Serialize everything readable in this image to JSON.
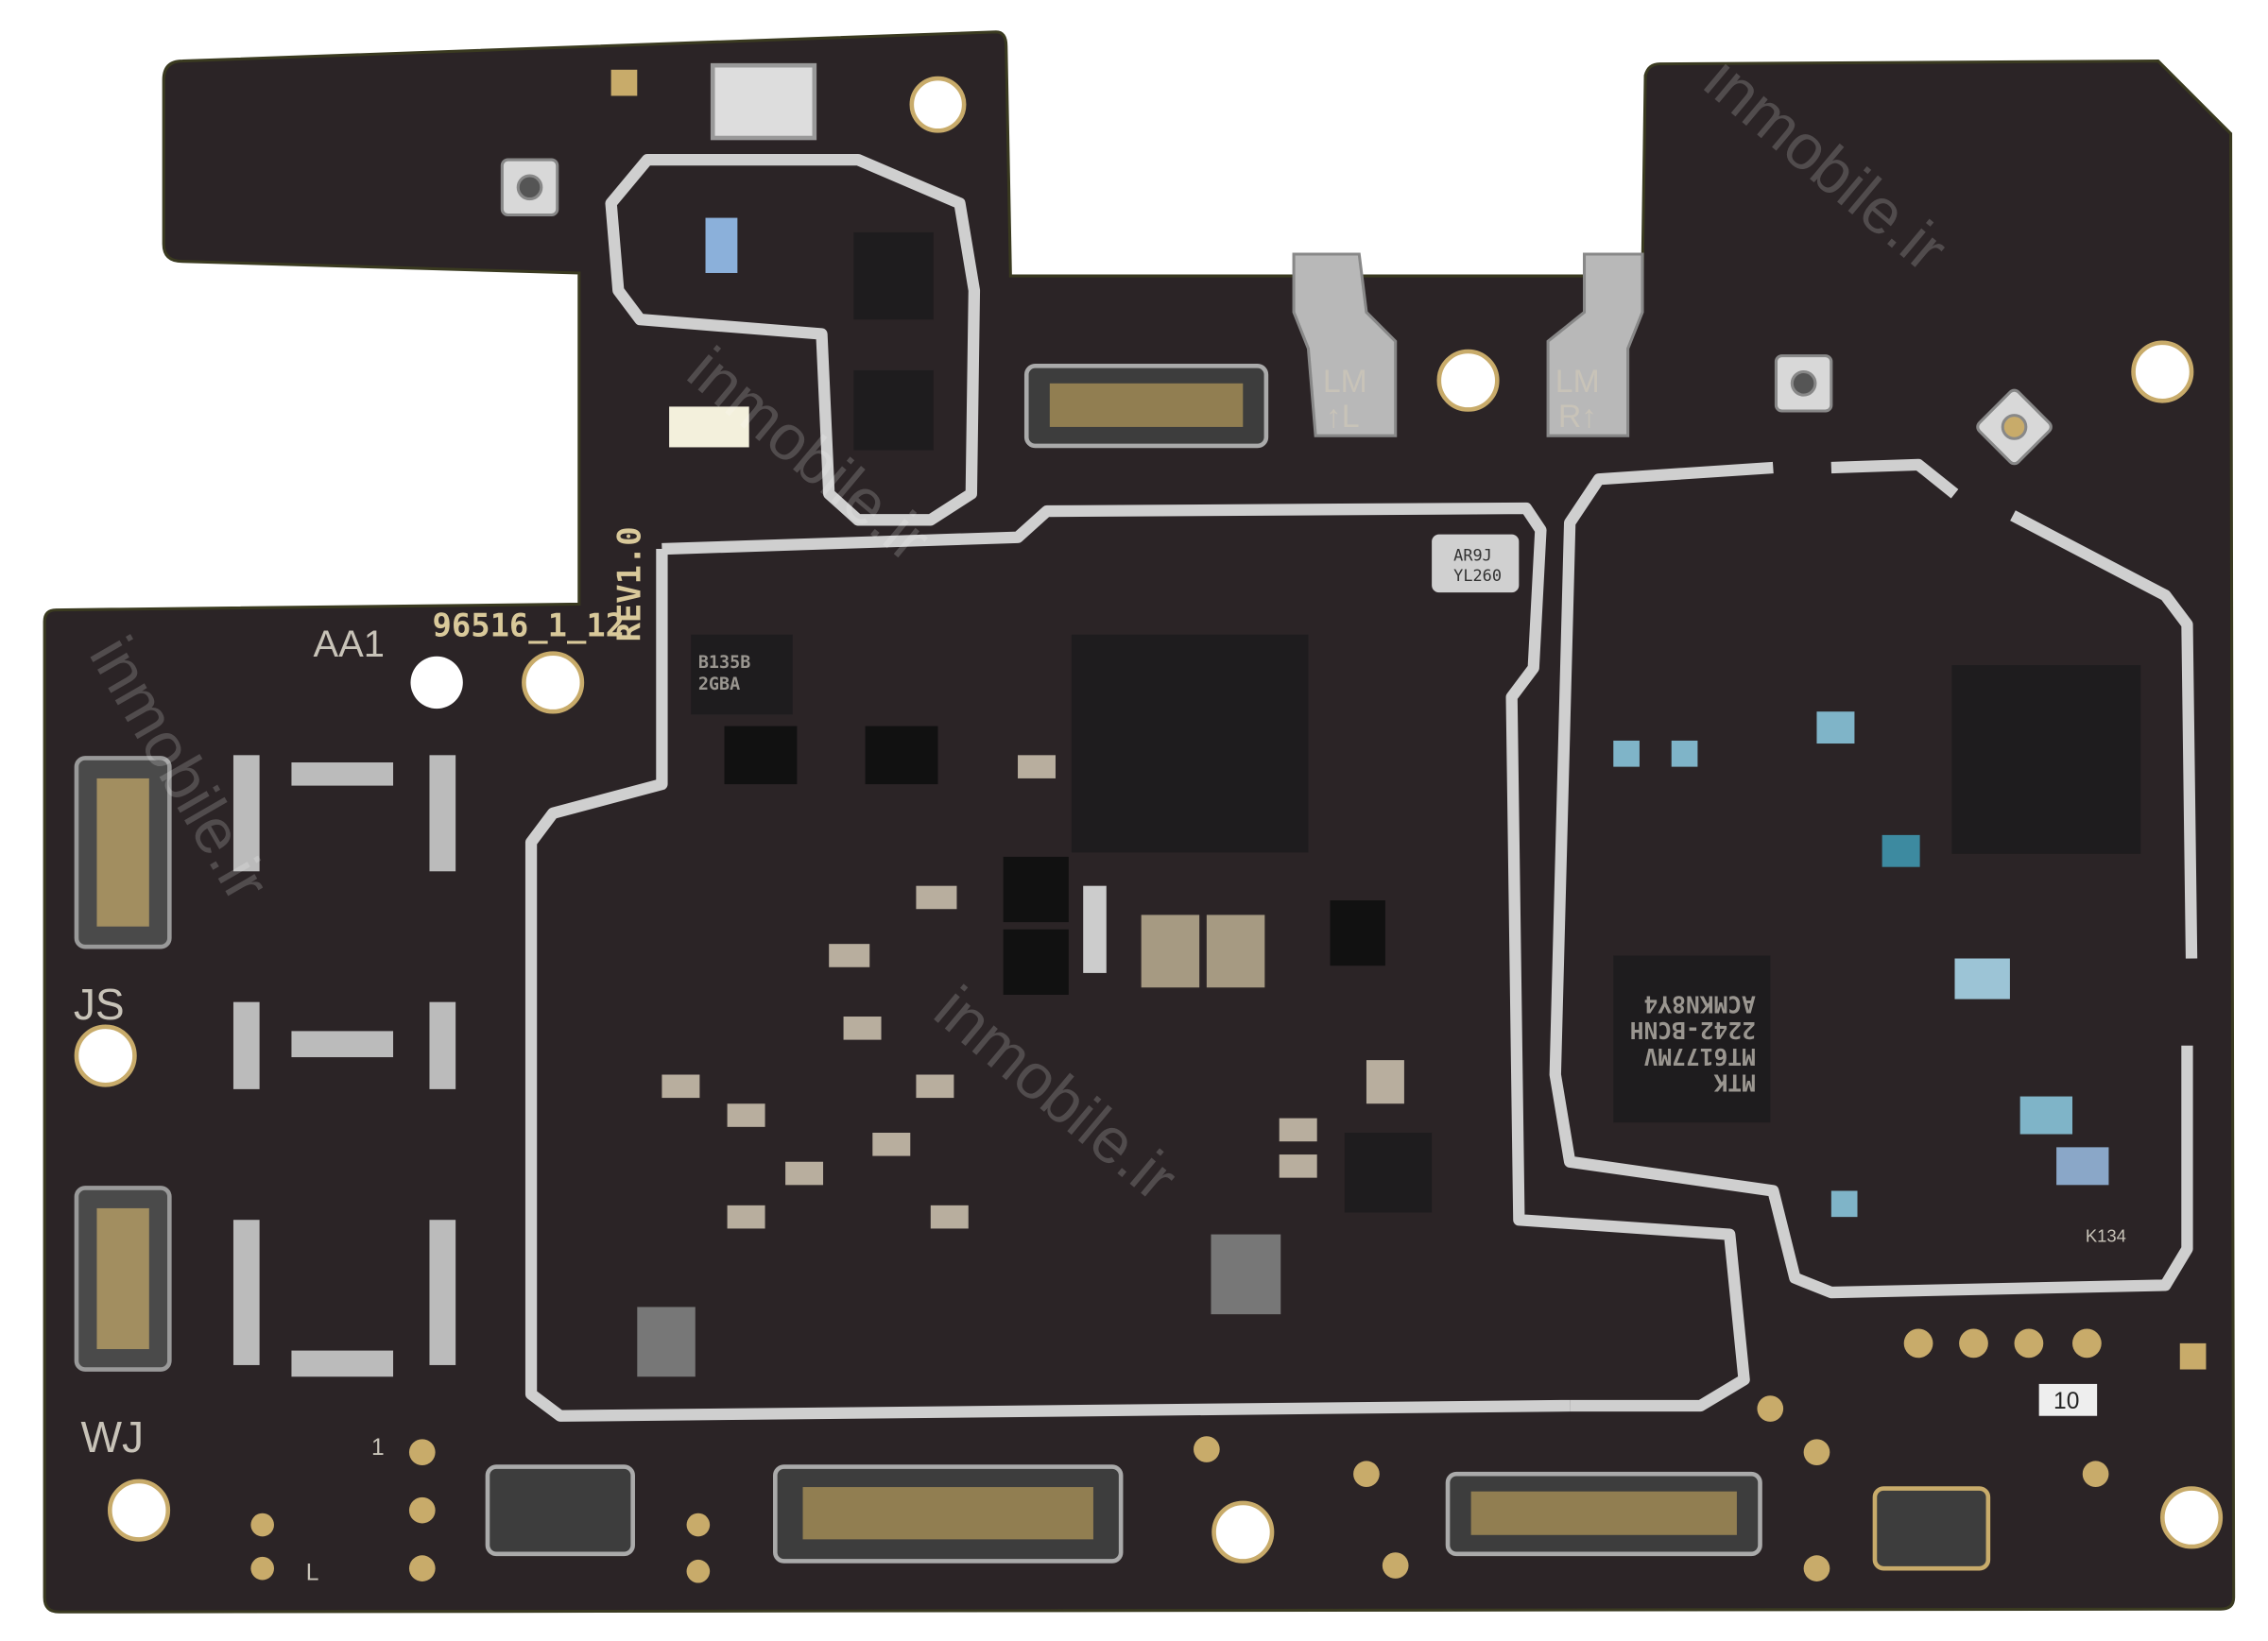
{
  "board": {
    "part_number": "96516_1_12",
    "revision": "REV1.0",
    "mark_aa1": "AA1",
    "mark_js": "JS",
    "mark_wj": "WJ",
    "mark_1": "1",
    "mark_l": "L",
    "mark_10": "10",
    "mark_k134": "K134",
    "antenna_left": [
      "LM",
      "↑L"
    ],
    "antenna_right": [
      "LM",
      "R↑"
    ]
  },
  "chips": {
    "mtk": [
      "MTK",
      "MT6177MV",
      "2242-BCNH",
      "ACMKN8Y4"
    ],
    "crystal": [
      "YL260",
      "AR9J"
    ],
    "small_left": [
      "B135B",
      "2GBA"
    ]
  },
  "watermark": "inmobile.ir",
  "colors": {
    "pcb": "#2b2426",
    "shield": "#c9c9c9",
    "pad": "#c8ab6a",
    "background": "#ffffff"
  }
}
